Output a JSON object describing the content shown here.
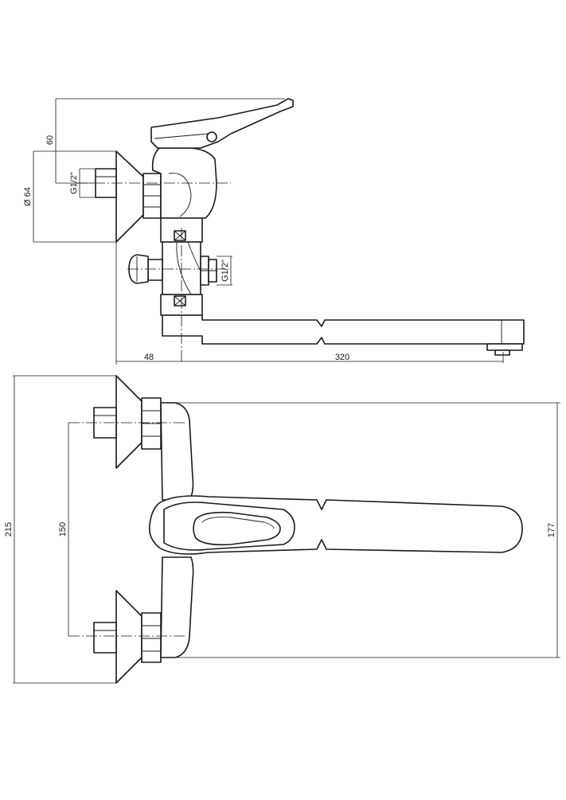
{
  "dimensions": {
    "height_handle": "60",
    "flange_diameter": "Ø 64",
    "inlet_thread": "G1/2\"",
    "outlet_thread": "G1/2\"",
    "wall_offset": "48",
    "spout_length": "320",
    "overall_height": "215",
    "inlet_spacing": "150",
    "spout_span": "177"
  }
}
